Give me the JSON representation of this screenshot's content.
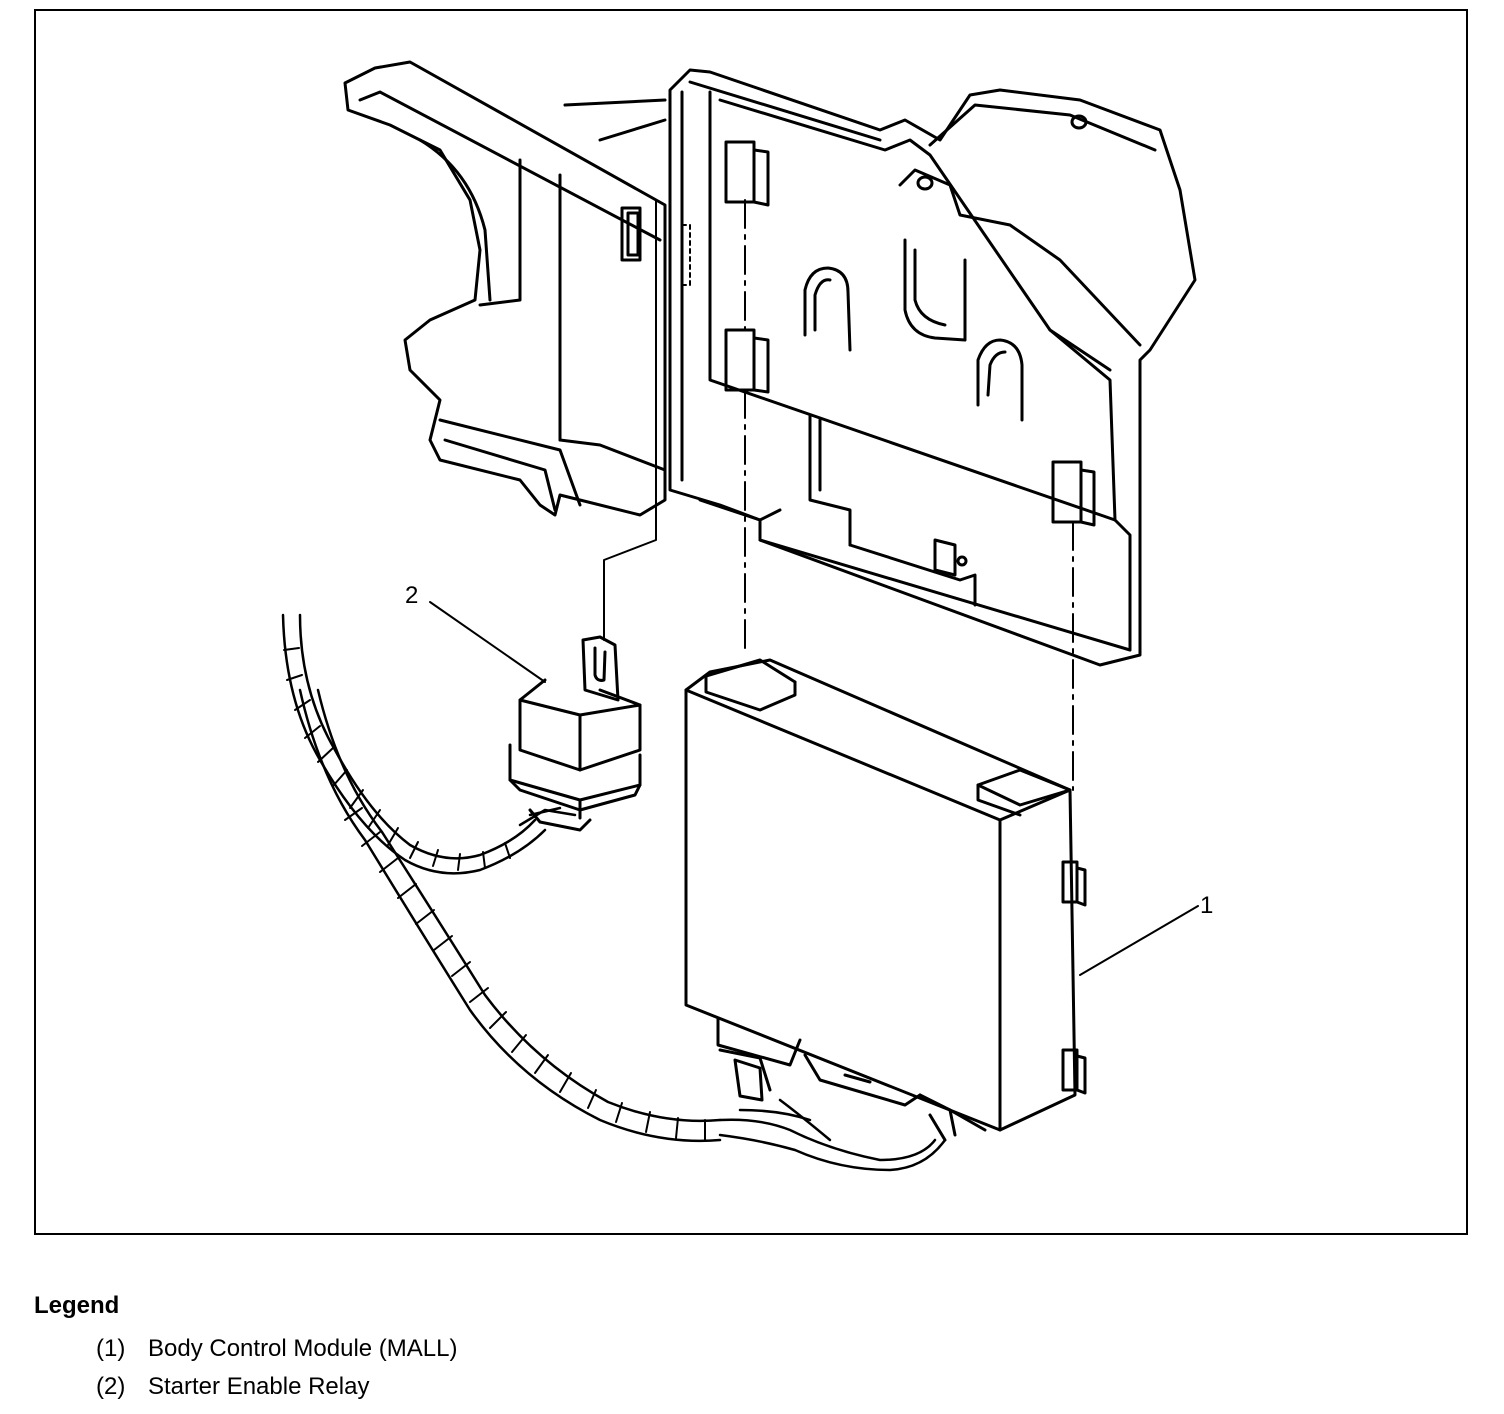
{
  "diagram": {
    "callouts": [
      {
        "id": "1",
        "label": "1"
      },
      {
        "id": "2",
        "label": "2"
      }
    ]
  },
  "legend": {
    "title": "Legend",
    "items": [
      {
        "number": "(1)",
        "text": "Body Control Module (MALL)"
      },
      {
        "number": "(2)",
        "text": "Starter Enable Relay"
      }
    ]
  },
  "colors": {
    "line": "#000000",
    "background": "#ffffff"
  }
}
